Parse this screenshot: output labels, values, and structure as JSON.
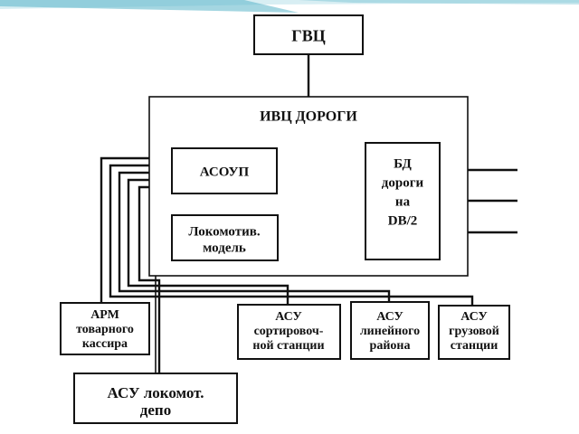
{
  "banner": {
    "accent": "#5ab4c8",
    "light": "#d8eef3"
  },
  "diagram": {
    "gvc": [
      "ГВЦ"
    ],
    "ivc_title": [
      "ИВЦ ДОРОГИ"
    ],
    "asoup": [
      "АСОУП"
    ],
    "bd": [
      "БД",
      "дороги",
      "на",
      "DB/2"
    ],
    "lokomotiv": [
      "Локомотив.",
      "модель"
    ],
    "arm": [
      "АРМ",
      "товарного",
      "кассира"
    ],
    "asu_sort": [
      "АСУ",
      "сортировоч-",
      "ной станции"
    ],
    "asu_line": [
      "АСУ",
      "линейного",
      "района"
    ],
    "asu_gruz": [
      "АСУ",
      "грузовой",
      "станции"
    ],
    "asu_depo": [
      "АСУ локомот.",
      "депо"
    ]
  }
}
